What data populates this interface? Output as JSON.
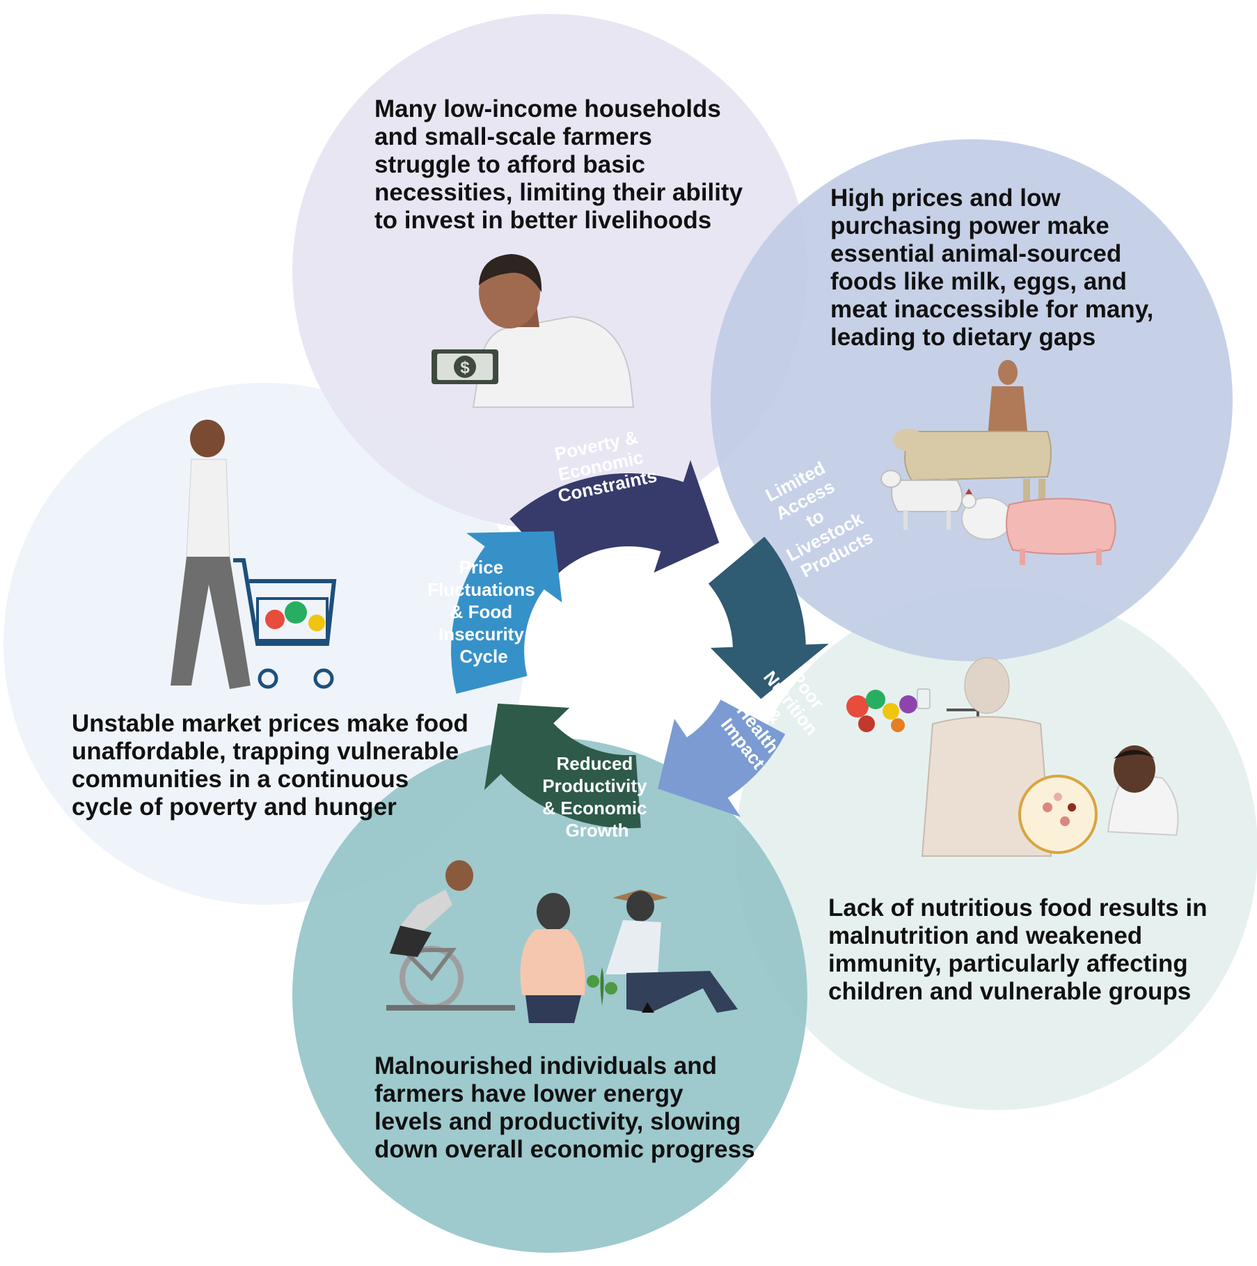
{
  "stages": [
    {
      "id": "poverty",
      "label_lines": [
        "Poverty &",
        "Economic",
        "Constraints"
      ],
      "color": "#373B6B",
      "description_lines": [
        "Many low-income households",
        "and small-scale farmers",
        "struggle to afford basic",
        "necessities, limiting their ability",
        "to invest in better livelihoods"
      ],
      "bubble_color": "#E6E4F2"
    },
    {
      "id": "limited-access",
      "label_lines": [
        "Limited",
        "Access",
        "to",
        "Livestock",
        "Products"
      ],
      "color": "#2F5B73",
      "description_lines": [
        "High prices and low",
        "purchasing power make",
        "essential animal-sourced",
        "foods like milk, eggs, and",
        "meat inaccessible for many,",
        "leading to dietary gaps"
      ],
      "bubble_color": "#C4CFE6"
    },
    {
      "id": "poor-nutrition",
      "label_lines": [
        "Poor",
        "Nutrition",
        "&",
        "Health",
        "Impact"
      ],
      "color": "#7B9BD2",
      "description_lines": [
        "Lack of nutritious food results in",
        "malnutrition and weakened",
        "immunity, particularly affecting",
        "children and vulnerable groups"
      ],
      "bubble_color": "#E4F0EE"
    },
    {
      "id": "reduced-productivity",
      "label_lines": [
        "Reduced",
        "Productivity",
        "& Economic",
        "Growth"
      ],
      "color": "#2E5A4A",
      "description_lines": [
        "Malnourished individuals and",
        "farmers have lower energy",
        "levels and productivity, slowing",
        "down overall economic progress"
      ],
      "bubble_color": "#98C5CA"
    },
    {
      "id": "price-fluctuations",
      "label_lines": [
        "Price",
        "Fluctuations",
        "& Food",
        "Insecurity",
        "Cycle"
      ],
      "color": "#3691C9",
      "description_lines": [
        "Unstable market prices make food",
        "unaffordable, trapping vulnerable",
        "communities in a continuous",
        "cycle of poverty and hunger"
      ],
      "bubble_color": "#EEF3FA"
    }
  ],
  "icons": {
    "poverty": "worried-man-with-dollar-bill-icon",
    "limited-access": "person-with-livestock-icon",
    "poor-nutrition": "sick-person-digestion-icon",
    "reduced-productivity": "tired-workers-icon",
    "price-fluctuations": "person-with-shopping-cart-icon"
  }
}
